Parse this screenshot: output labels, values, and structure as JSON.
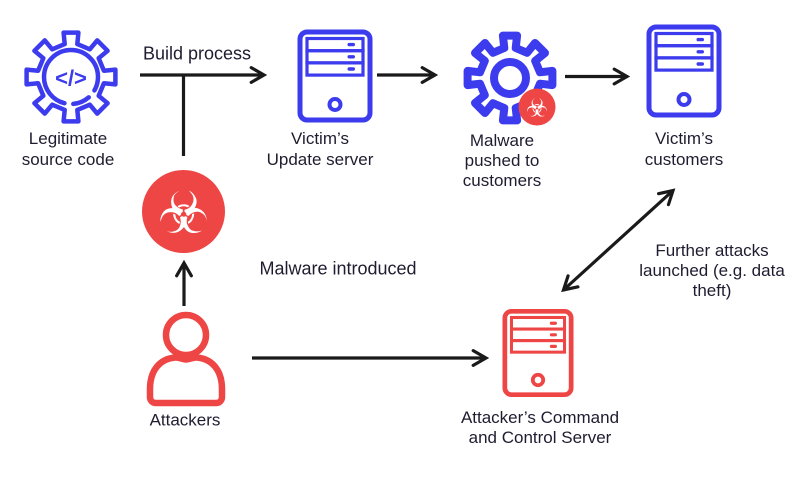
{
  "colors": {
    "blue": "#3c3bee",
    "red": "#ee4645",
    "ink": "#201c30",
    "arrow": "#1a1a1a",
    "background": "#ffffff"
  },
  "flow_labels": {
    "build_process": "Build process",
    "malware_introduced": "Malware introduced",
    "further_attacks": [
      "Further attacks",
      "launched (e.g. data",
      "theft)"
    ]
  },
  "nodes": {
    "source_code": {
      "icon": "gear-code",
      "lines": [
        "Legitimate",
        "source code"
      ]
    },
    "update_server": {
      "icon": "server",
      "lines": [
        "Victim’s",
        "Update server"
      ]
    },
    "malware_pushed": {
      "icon": "gear-with-biohazard-badge",
      "lines": [
        "Malware",
        "pushed to",
        "customers"
      ]
    },
    "customers": {
      "icon": "server",
      "lines": [
        "Victim’s",
        "customers"
      ]
    },
    "malware": {
      "icon": "biohazard"
    },
    "attackers": {
      "icon": "person",
      "lines": [
        "Attackers"
      ]
    },
    "cc_server": {
      "icon": "server",
      "lines": [
        "Attacker’s Command",
        "and Control Server"
      ]
    }
  },
  "glyphs": {
    "biohazard": "☣",
    "code": "</>"
  }
}
